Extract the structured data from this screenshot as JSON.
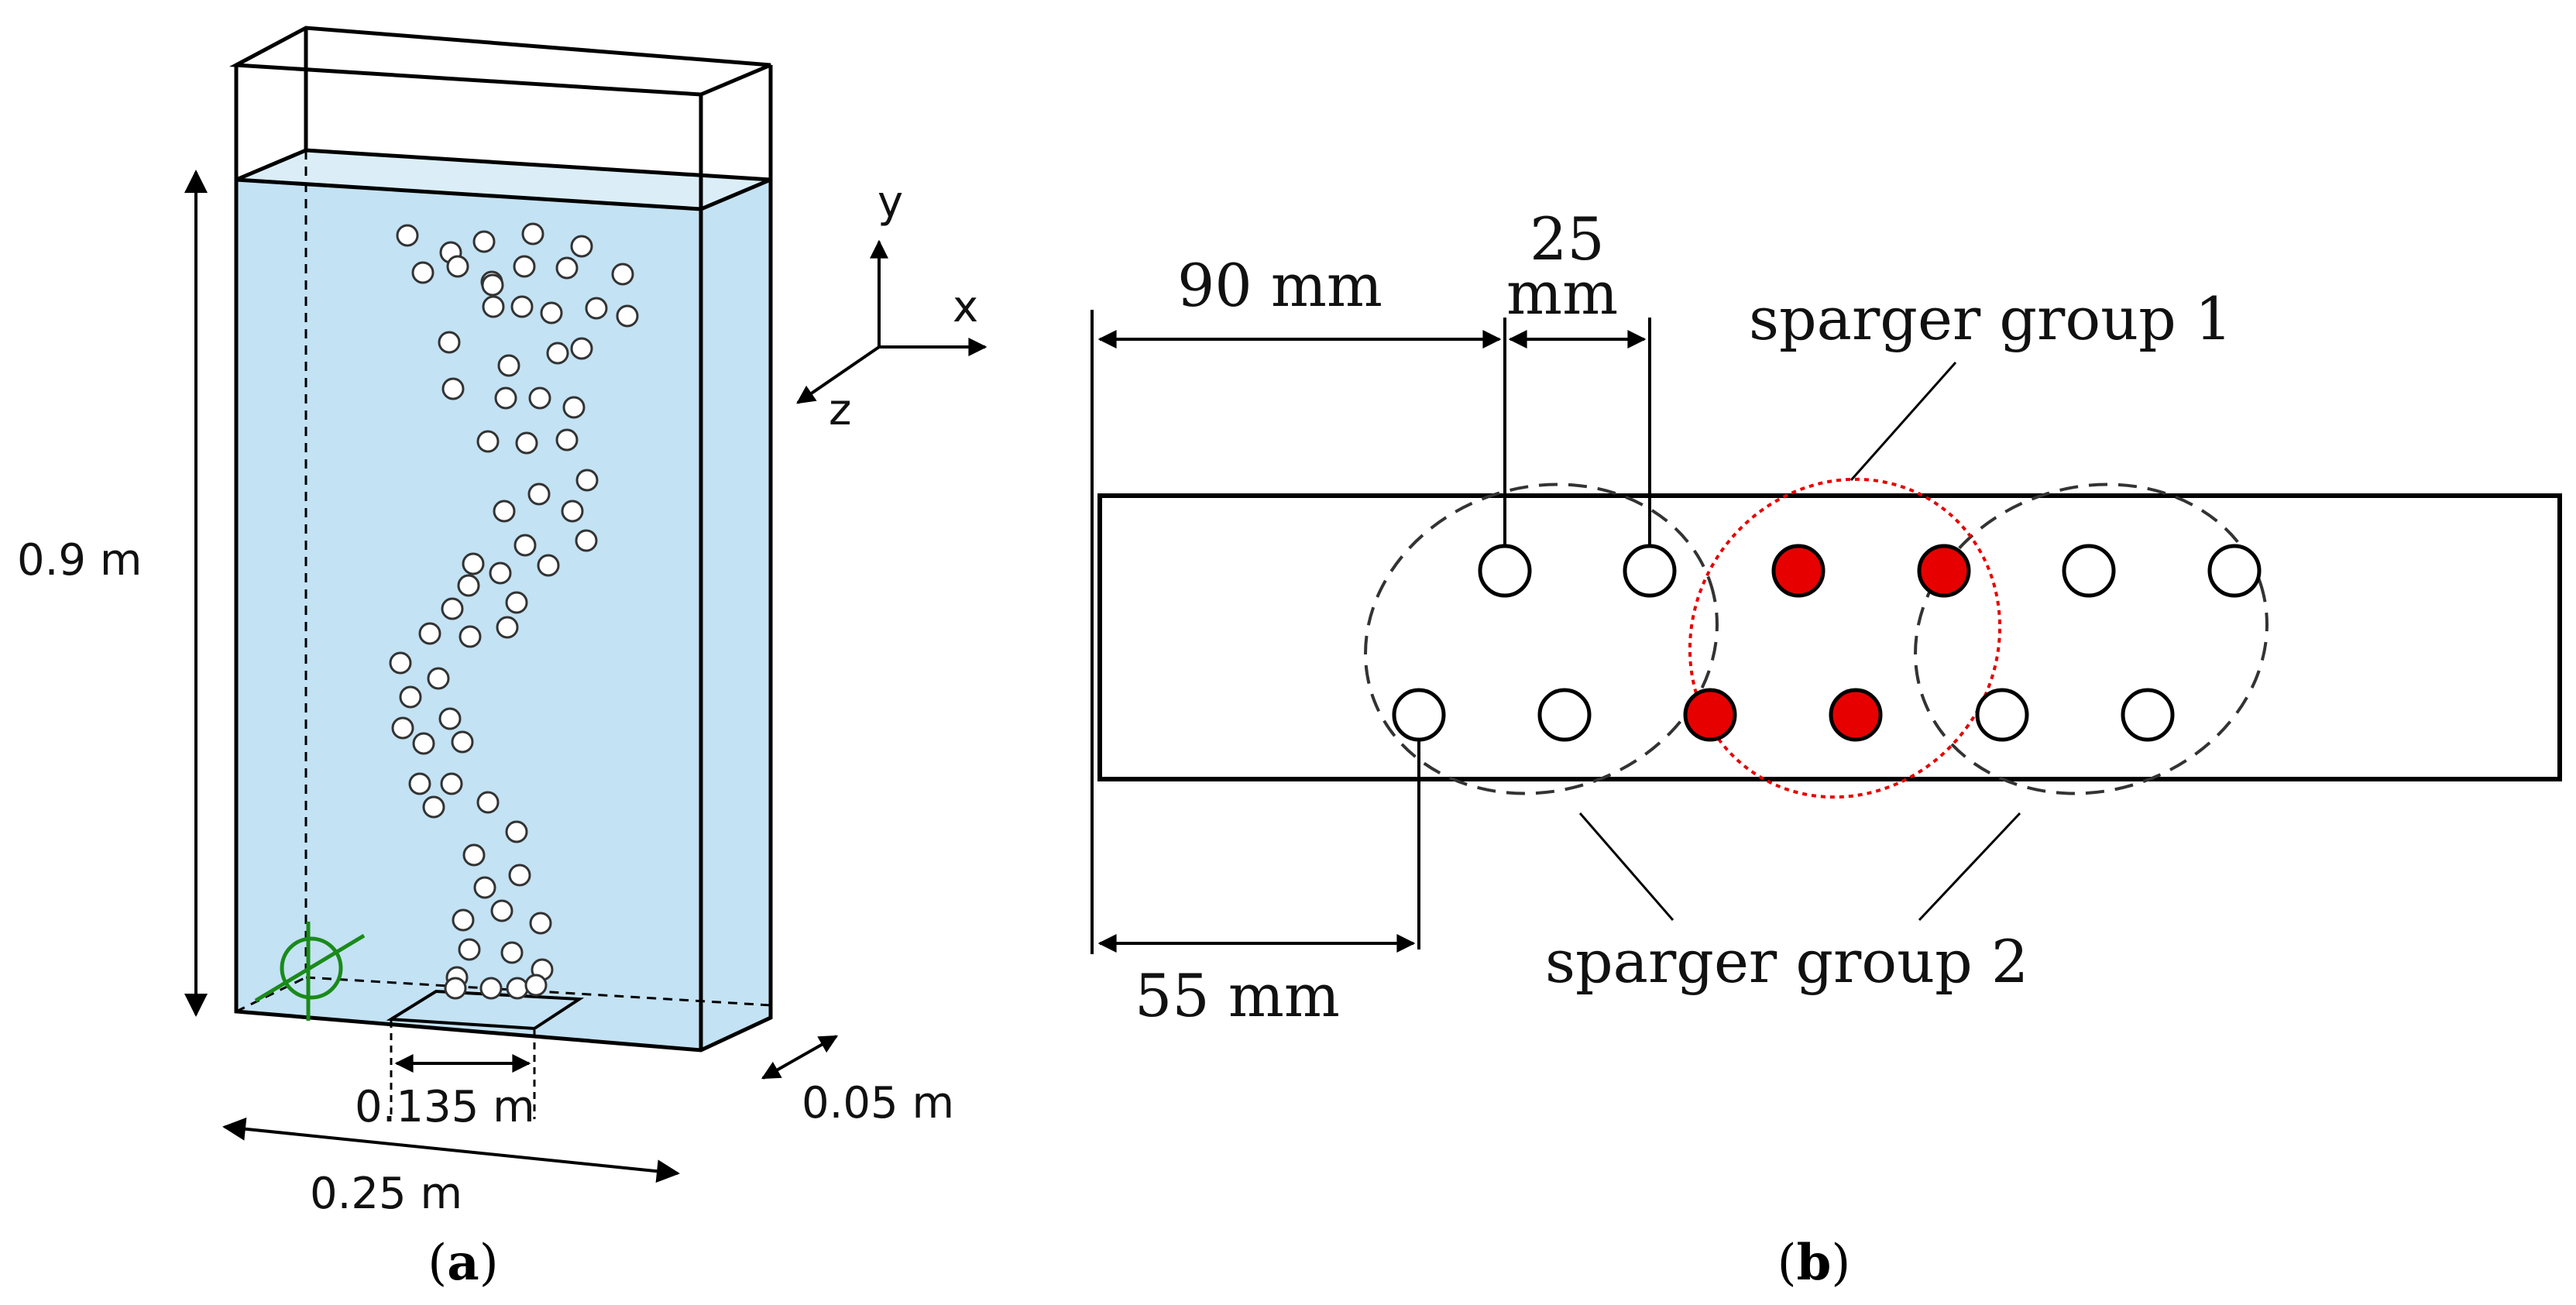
{
  "panel_a": {
    "caption_letter": "a",
    "height_label": "0.9 m",
    "sparger_width_label": "0.135 m",
    "tank_width_label": "0.25 m",
    "depth_label": "0.05 m",
    "axis_x": "x",
    "axis_y": "y",
    "axis_z": "z",
    "colors": {
      "water": "#c3e2f3",
      "water_top": "#dbeef8",
      "measurement_point": "#1a8a1a",
      "bubble": "#ffffff"
    },
    "icons": [
      "crosshair-icon"
    ]
  },
  "panel_b": {
    "caption_letter": "b",
    "dim_90": "90 mm",
    "dim_25_line1": "25",
    "dim_25_line2": "mm",
    "dim_55": "55 mm",
    "group1_label": "sparger group 1",
    "group2_label": "sparger group 2",
    "colors": {
      "active_sparger": "#e60000",
      "group1_outline": "#e60000",
      "group2_outline": "#333333"
    }
  }
}
